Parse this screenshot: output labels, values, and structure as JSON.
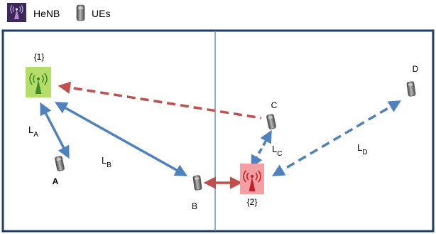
{
  "legend": {
    "henb_label": "HeNB",
    "ue_label": "UEs",
    "henb_icon": "antenna-tower-icon",
    "ue_icon": "mobile-phone-icon"
  },
  "henbs": [
    {
      "id": "henb-1",
      "label": "{1}",
      "fill": "#b5dd6a",
      "antenna": "#3e8a2b"
    },
    {
      "id": "henb-2",
      "label": "{2}",
      "fill": "#f2a0a4",
      "antenna": "#c0202a"
    }
  ],
  "ues": [
    {
      "id": "ue-a",
      "label": "A"
    },
    {
      "id": "ue-b",
      "label": "B"
    },
    {
      "id": "ue-c",
      "label": "C"
    },
    {
      "id": "ue-d",
      "label": "D"
    }
  ],
  "links": {
    "la": {
      "main": "L",
      "sub": "A",
      "color": "#4f81bd",
      "style": "solid"
    },
    "lb": {
      "main": "L",
      "sub": "B",
      "color": "#4f81bd",
      "style": "solid"
    },
    "lc": {
      "main": "L",
      "sub": "C",
      "color": "#4f81bd",
      "style": "dashed"
    },
    "ld": {
      "main": "L",
      "sub": "D",
      "color": "#4f81bd",
      "style": "dashed"
    },
    "interference_1_c": {
      "color": "#c0504d",
      "style": "dashed"
    },
    "interference_b_2": {
      "color": "#c0504d",
      "style": "solid"
    }
  },
  "colors": {
    "border": "#1f3d6b",
    "divider": "#4f81bd",
    "legend_icon_bg": "#3a2a55",
    "phone_body": "#6b6b6b"
  }
}
